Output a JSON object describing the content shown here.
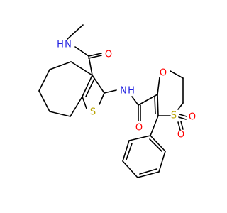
{
  "colors": {
    "bond": "#000000",
    "N": "#2020E0",
    "O": "#FF0000",
    "S": "#B8A200",
    "H": "#2020E0"
  },
  "atoms": {
    "nh_methylamide": {
      "main": "N",
      "sub": "H"
    },
    "o_methylamide": "O",
    "nh_linker": {
      "main": "N",
      "sub": "H"
    },
    "s_thiophene": "S",
    "o_ring": "O",
    "o_linker_amide": "O",
    "s_sulfone": "S",
    "o_sulfone_1": "O",
    "o_sulfone_2": "O"
  }
}
